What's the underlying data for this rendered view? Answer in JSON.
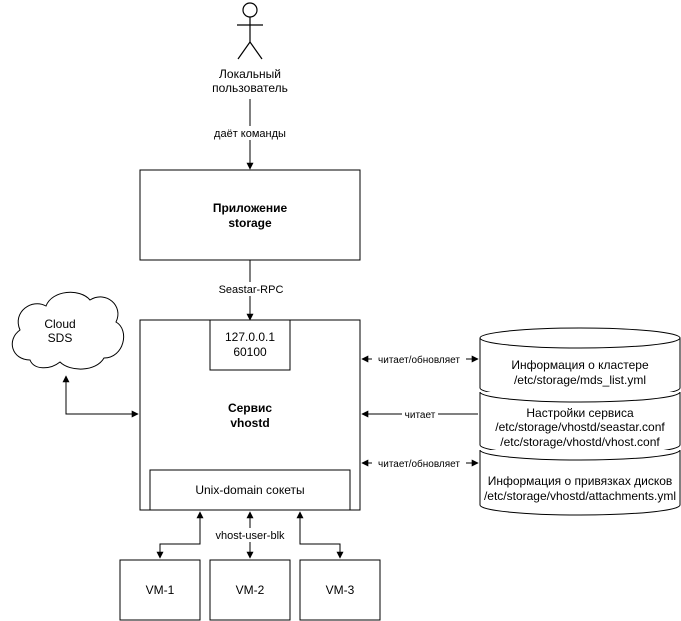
{
  "user": {
    "label_line1": "Локальный",
    "label_line2": "пользователь"
  },
  "edges": {
    "gives_commands": "даёт команды",
    "rpc": "Seastar-RPC",
    "reads_updates_1": "читает/обновляет",
    "reads": "читает",
    "reads_updates_2": "читает/обновляет",
    "vhost_user_blk": "vhost-user-blk"
  },
  "app_box": {
    "line1": "Приложение",
    "line2": "storage"
  },
  "cloud": {
    "line1": "Cloud",
    "line2": "SDS"
  },
  "service": {
    "line1": "Сервис",
    "line2": "vhostd",
    "addr_line1": "127.0.0.1",
    "addr_line2": "60100",
    "sockets": "Unix-domain сокеты"
  },
  "storages": [
    {
      "line1": "Информация о кластере",
      "line2": "/etc/storage/mds_list.yml",
      "line3": ""
    },
    {
      "line1": "Настройки сервиса",
      "line2": "/etc/storage/vhostd/seastar.conf",
      "line3": "/etc/storage/vhostd/vhost.conf"
    },
    {
      "line1": "Информация о привязках дисков",
      "line2": "/etc/storage/vhostd/attachments.yml",
      "line3": ""
    }
  ],
  "vms": [
    "VM-1",
    "VM-2",
    "VM-3"
  ]
}
